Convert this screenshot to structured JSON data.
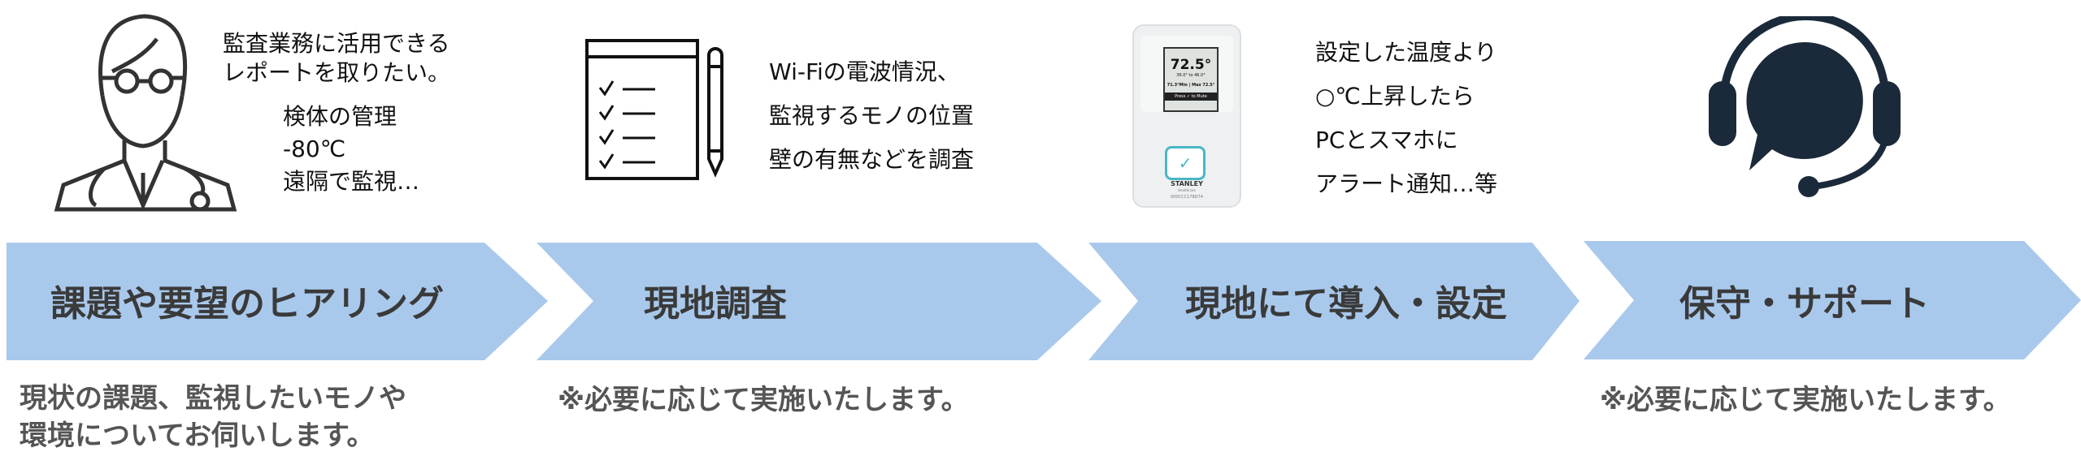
{
  "steps": [
    {
      "label": "課題や要望のヒアリング",
      "note_lines": [
        "現状の課題、監視したいモノや",
        "環境についてお伺いします。"
      ],
      "top_text_a": [
        "監査業務に活用できる",
        "レポートを取りたい。"
      ],
      "top_text_b": [
        "検体の管理",
        "-80℃",
        "遠隔で監視…"
      ],
      "icon": "doctor-icon"
    },
    {
      "label": "現地調査",
      "note_lines": [
        "※必要に応じて実施いたします。"
      ],
      "top_text": [
        "Wi-Fiの電波情況、",
        "監視するモノの位置",
        "壁の有無などを調査"
      ],
      "icon": "checklist-icon"
    },
    {
      "label": "現地にて導入・設定",
      "top_text": [
        "設定した温度より",
        "○℃上昇したら",
        "PCとスマホに",
        "アラート通知…等"
      ],
      "icon": "device-image",
      "device": {
        "reading": "72.5°",
        "range": "36.0° to 46.0°",
        "minmax": "71.3°Min | Max 72.5°",
        "prompt": "Press ✓ to Mute",
        "brand": "STANLEY",
        "sub": "Healthcare",
        "serial": "000CCC178D74"
      }
    },
    {
      "label": "保守・サポート",
      "note_lines": [
        "※必要に応じて実施いたします。"
      ],
      "icon": "headset-support-icon"
    }
  ],
  "colors": {
    "arrow": "#a9c9ec",
    "label": "#3a3a3a",
    "note": "#555555",
    "headset": "#1b2a3a"
  }
}
